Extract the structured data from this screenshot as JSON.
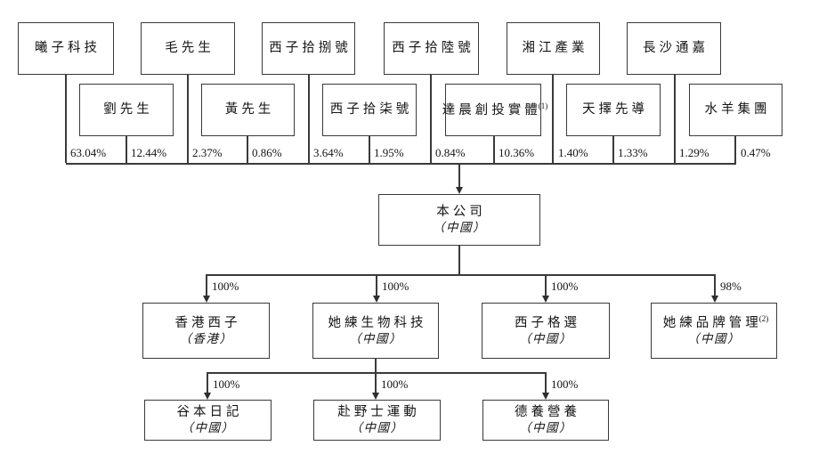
{
  "shareholders": [
    {
      "name": "曦子科技",
      "pct": "63.04%"
    },
    {
      "name": "劉先生",
      "pct": "12.44%"
    },
    {
      "name": "毛先生",
      "pct": "2.37%"
    },
    {
      "name": "黃先生",
      "pct": "0.86%"
    },
    {
      "name": "西子拾捌號",
      "pct": "3.64%"
    },
    {
      "name": "西子拾柒號",
      "pct": "1.95%"
    },
    {
      "name": "西子拾陸號",
      "pct": "0.84%"
    },
    {
      "name": "達晨創投實體",
      "sup": "(1)",
      "pct": "10.36%"
    },
    {
      "name": "湘江產業",
      "pct": "1.40%"
    },
    {
      "name": "天擇先導",
      "pct": "1.33%"
    },
    {
      "name": "長沙通嘉",
      "pct": "1.29%"
    },
    {
      "name": "水羊集團",
      "pct": "0.47%"
    }
  ],
  "company": {
    "name": "本公司",
    "jurisdiction": "（中國）"
  },
  "subsidiaries": [
    {
      "name": "香港西子",
      "jurisdiction": "（香港）",
      "pct": "100%"
    },
    {
      "name": "她練生物科技",
      "jurisdiction": "（中國）",
      "pct": "100%"
    },
    {
      "name": "西子格選",
      "jurisdiction": "（中國）",
      "pct": "100%"
    },
    {
      "name": "她練品牌管理",
      "sup": "(2)",
      "jurisdiction": "（中國）",
      "pct": "98%"
    }
  ],
  "second_tier_subsidiaries": [
    {
      "name": "谷本日記",
      "jurisdiction": "（中國）",
      "pct": "100%"
    },
    {
      "name": "赴野士運動",
      "jurisdiction": "（中國）",
      "pct": "100%"
    },
    {
      "name": "德養營養",
      "jurisdiction": "（中國）",
      "pct": "100%"
    }
  ]
}
